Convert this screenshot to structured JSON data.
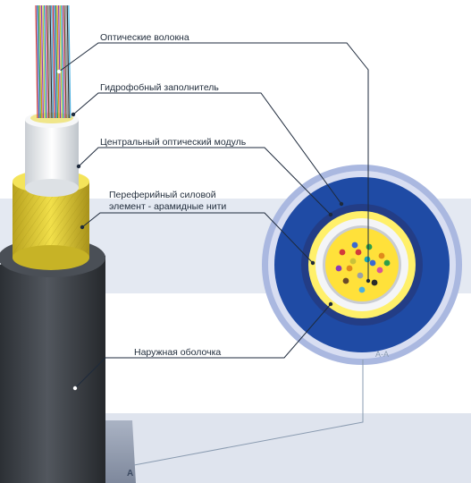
{
  "labels": {
    "optical_fibers": "Оптические волокна",
    "hydrophobic_filler": "Гидрофобный заполнитель",
    "central_module": "Центральный оптический модуль",
    "peripheral_strength": "Переферийный силовой элемент - арамидные нити",
    "outer_sheath": "Наружная оболочка"
  },
  "section": {
    "cut_label": "А-А",
    "plane_label": "А"
  },
  "fiber_colors": [
    "#d23a3a",
    "#3a68d2",
    "#2e9e4a",
    "#e08a1c",
    "#8a3ab8",
    "#c9c23a",
    "#1aa8b8",
    "#d6559a",
    "#6a4a2a",
    "#9aa0a8",
    "#2a2a2a",
    "#4ab0e0"
  ],
  "colors": {
    "sheath": "#3e4248",
    "kevlar": "#e6d23a",
    "module_tube": "#eceff1",
    "cross_outer_ring": "#a9b6df",
    "cross_blue": "#1f4ba5",
    "cross_yellow": "#fff06a",
    "leader": "#1e2a3c"
  }
}
